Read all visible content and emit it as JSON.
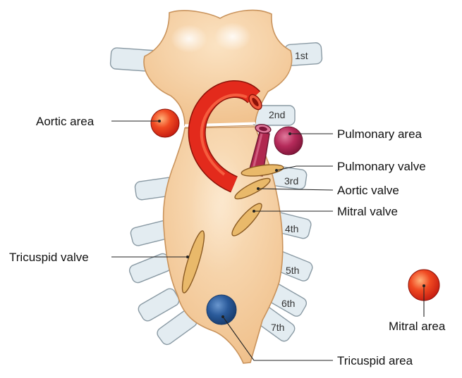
{
  "ribs": {
    "r1": "1st",
    "r2": "2nd",
    "r3": "3rd",
    "r4": "4th",
    "r5": "5th",
    "r6": "6th",
    "r7": "7th"
  },
  "labels": {
    "aortic_area": "Aortic area",
    "pulmonary_area": "Pulmonary area",
    "pulmonary_valve": "Pulmonary valve",
    "aortic_valve": "Aortic valve",
    "mitral_valve": "Mitral valve",
    "tricuspid_valve": "Tricuspid valve",
    "tricuspid_area": "Tricuspid area",
    "mitral_area": "Mitral area"
  },
  "colors": {
    "sternum": "#f2c48e",
    "aorta": "#e32a1c",
    "pulmonary_trunk": "#b0284f",
    "valve": "#e9b96a",
    "aortic_area_dot": "#e8321c",
    "pulmonary_area_dot": "#b52a5a",
    "tricuspid_area_dot": "#2a5a9a",
    "mitral_area_dot": "#e8321c",
    "rib": "#e3ecf1"
  }
}
